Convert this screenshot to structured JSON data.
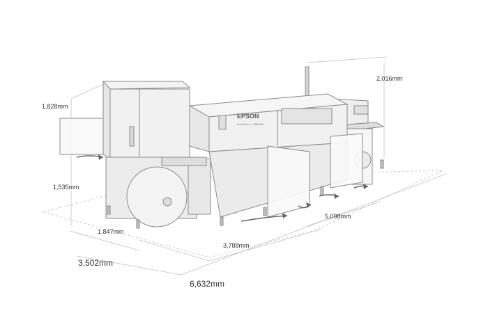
{
  "dimensions": {
    "height_feeder": "1,828mm",
    "height_tower": "2,016mm",
    "height_roll": "1,535mm",
    "depth_roll_unit": "1,847mm",
    "depth_total": "3,502mm",
    "length_body": "3,788mm",
    "length_extended": "5,098mm",
    "length_total": "6,632mm"
  },
  "brand": {
    "logo_text": "EPSON",
    "model_text": "SurePress L-4533AW"
  },
  "colors": {
    "line": "#8a8a8a",
    "machine_fill": "#f1f1f1",
    "panel_fill": "#e4e4e4",
    "door_fill": "#fafafa",
    "floor_line": "#c8c8c8",
    "arrow": "#666666"
  }
}
